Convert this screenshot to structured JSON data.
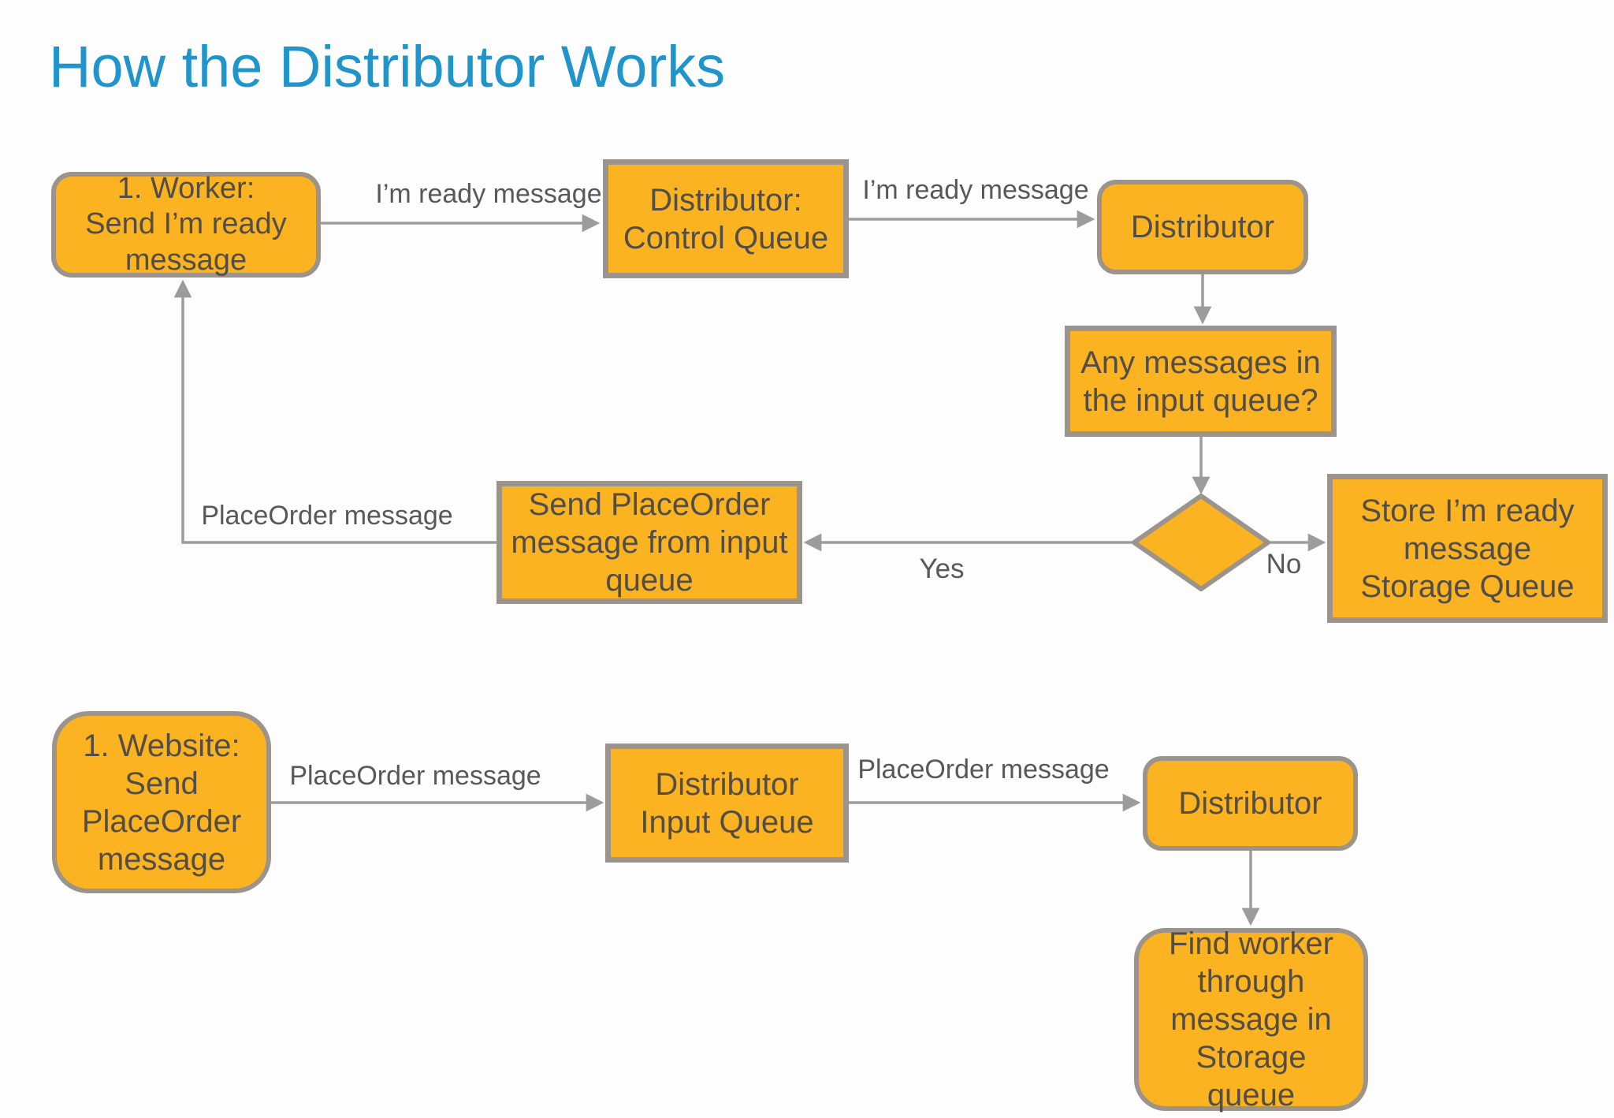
{
  "title": "How the Distributor Works",
  "colors": {
    "node_fill": "#FBB322",
    "node_border": "#9C948A",
    "node_text": "#534E45",
    "connector": "#9C9C9C",
    "edge_label": "#58585A",
    "title_color": "#1F95CB",
    "page_bg": "#FDFDFD"
  },
  "nodes": {
    "worker": {
      "label": "1. Worker:\nSend I’m ready\nmessage",
      "shape": "rounded-rectangle"
    },
    "control_queue": {
      "label": "Distributor:\nControl Queue",
      "shape": "rectangle"
    },
    "distributor_top": {
      "label": "Distributor",
      "shape": "rounded-rectangle"
    },
    "any_messages": {
      "label": "Any messages in\nthe input queue?",
      "shape": "rectangle"
    },
    "decision": {
      "label": "",
      "shape": "diamond"
    },
    "store_ready": {
      "label": "Store I’m ready\nmessage\nStorage Queue",
      "shape": "rectangle"
    },
    "send_placeorder": {
      "label": "Send PlaceOrder\nmessage  from input\nqueue",
      "shape": "rectangle"
    },
    "website": {
      "label": "1. Website:\nSend\nPlaceOrder\nmessage",
      "shape": "rounded-rectangle"
    },
    "input_queue": {
      "label": "Distributor\nInput Queue",
      "shape": "rectangle"
    },
    "distributor_bottom": {
      "label": "Distributor",
      "shape": "rounded-rectangle"
    },
    "find_worker": {
      "label": "Find worker\nthrough\nmessage in\nStorage\nqueue",
      "shape": "rounded-rectangle"
    }
  },
  "edges": [
    {
      "from": "worker",
      "to": "control_queue",
      "label": "I’m ready message"
    },
    {
      "from": "control_queue",
      "to": "distributor_top",
      "label": "I’m ready message"
    },
    {
      "from": "distributor_top",
      "to": "any_messages",
      "label": ""
    },
    {
      "from": "any_messages",
      "to": "decision",
      "label": ""
    },
    {
      "from": "decision",
      "to": "send_placeorder",
      "label": "Yes"
    },
    {
      "from": "decision",
      "to": "store_ready",
      "label": "No"
    },
    {
      "from": "send_placeorder",
      "to": "worker",
      "label": "PlaceOrder message"
    },
    {
      "from": "website",
      "to": "input_queue",
      "label": "PlaceOrder message"
    },
    {
      "from": "input_queue",
      "to": "distributor_bottom",
      "label": "PlaceOrder message"
    },
    {
      "from": "distributor_bottom",
      "to": "find_worker",
      "label": ""
    }
  ]
}
